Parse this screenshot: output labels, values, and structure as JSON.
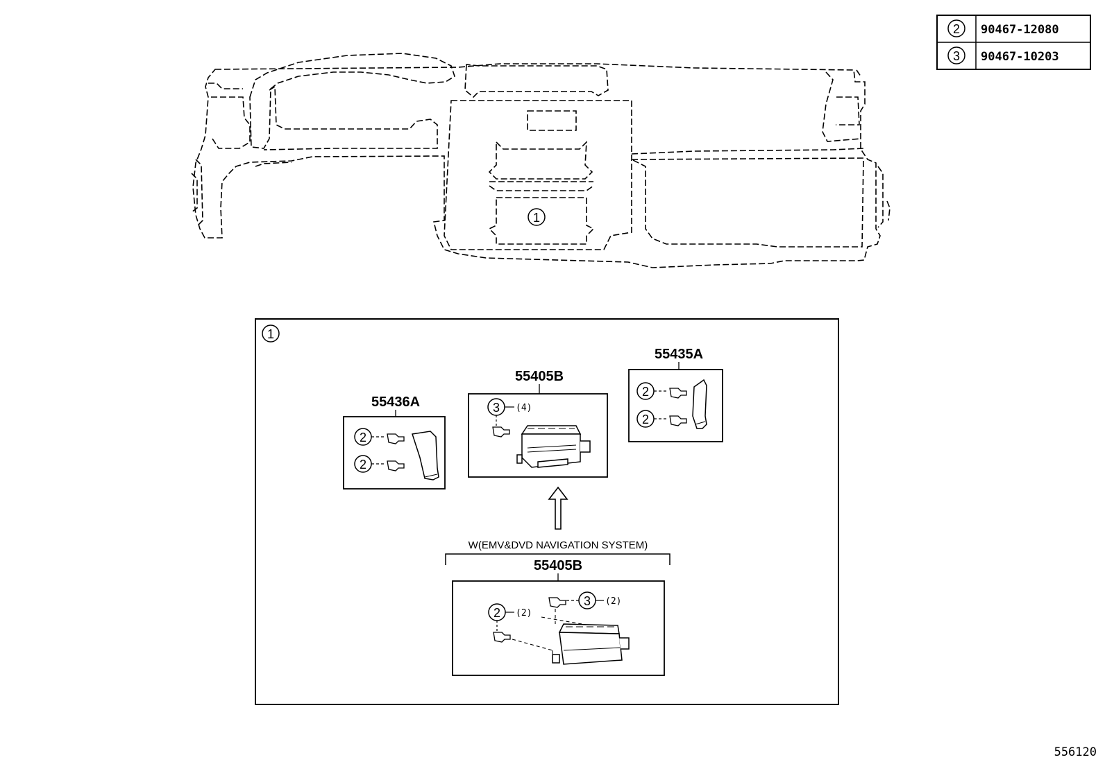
{
  "legend": {
    "rows": [
      {
        "ref": "2",
        "part": "90467-12080"
      },
      {
        "ref": "3",
        "part": "90467-10203"
      }
    ]
  },
  "overview": {
    "callout": "1"
  },
  "detail": {
    "callout": "1",
    "groups": {
      "left": {
        "label": "55436A",
        "fasteners": [
          {
            "ref": "2"
          },
          {
            "ref": "2"
          }
        ]
      },
      "center": {
        "label": "55405B",
        "fastener_ref": "3",
        "qty": "(4)"
      },
      "right": {
        "label": "55435A",
        "fasteners": [
          {
            "ref": "2"
          },
          {
            "ref": "2"
          }
        ]
      },
      "bottom": {
        "condition": "W(EMV&DVD NAVIGATION SYSTEM)",
        "label": "55405B",
        "fastener_a_ref": "2",
        "fastener_a_qty": "(2)",
        "fastener_b_ref": "3",
        "fastener_b_qty": "(2)"
      }
    }
  },
  "diagram_id": "556120"
}
